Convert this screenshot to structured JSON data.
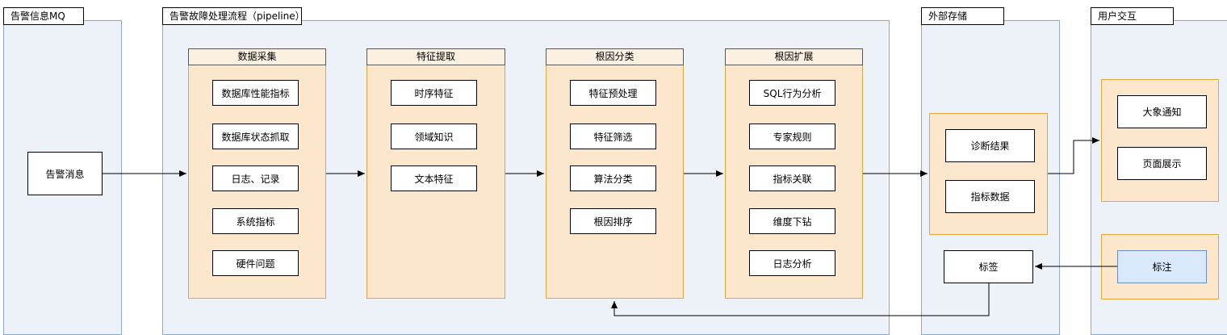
{
  "lanes": {
    "mq": "告警信息MQ",
    "pipeline": "告警故障处理流程（pipeline）",
    "storage": "外部存储",
    "ui": "用户交互"
  },
  "stages": {
    "collect": {
      "title": "数据采集",
      "items": [
        "数据库性能指标",
        "数据库状态抓取",
        "日志、记录",
        "系统指标",
        "硬件问题"
      ]
    },
    "feature": {
      "title": "特征提取",
      "items": [
        "时序特征",
        "领域知识",
        "文本特征"
      ]
    },
    "classify": {
      "title": "根因分类",
      "items": [
        "特征预处理",
        "特征筛选",
        "算法分类",
        "根因排序"
      ]
    },
    "expand": {
      "title": "根因扩展",
      "items": [
        "SQL行为分析",
        "专家规则",
        "指标关联",
        "维度下钻",
        "日志分析"
      ]
    }
  },
  "alert_message": "告警消息",
  "storage": {
    "diagnosis": "诊断结果",
    "metrics": "指标数据",
    "tag": "标签"
  },
  "ui": {
    "notify": "大象通知",
    "page": "页面展示",
    "annotate": "标注"
  },
  "colors": {
    "lane_fill": "#edf1f8",
    "lane_border": "#8ea9cf",
    "stage_fill": "#fce6cc",
    "stage_border": "#e0a840",
    "annotate_fill": "#dae8fc"
  }
}
